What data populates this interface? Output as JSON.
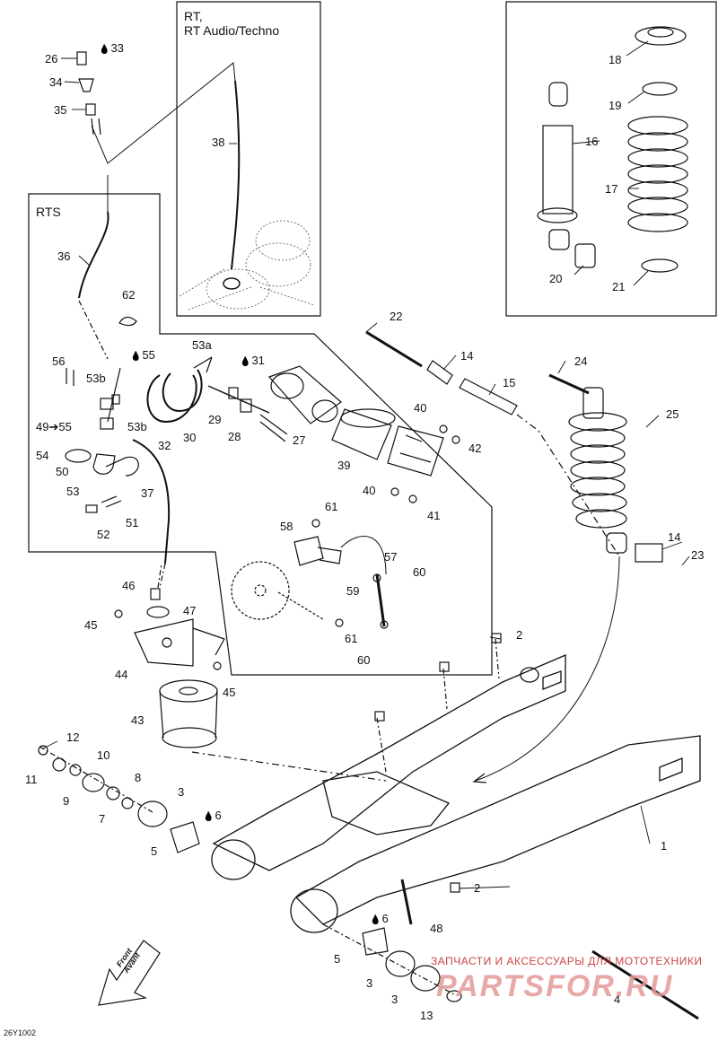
{
  "boxes": {
    "rt": {
      "title_line1": "RT,",
      "title_line2": "RT Audio/Techno"
    },
    "rts": {
      "title": "RTS"
    }
  },
  "callouts": [
    {
      "id": "c26",
      "label": "26"
    },
    {
      "id": "c33",
      "label": "33",
      "icon": "drop-icon"
    },
    {
      "id": "c34",
      "label": "34"
    },
    {
      "id": "c35",
      "label": "35"
    },
    {
      "id": "c38",
      "label": "38"
    },
    {
      "id": "c36",
      "label": "36"
    },
    {
      "id": "c62",
      "label": "62"
    },
    {
      "id": "c18",
      "label": "18"
    },
    {
      "id": "c19",
      "label": "19"
    },
    {
      "id": "c16",
      "label": "16"
    },
    {
      "id": "c17",
      "label": "17"
    },
    {
      "id": "c20",
      "label": "20"
    },
    {
      "id": "c21",
      "label": "21"
    },
    {
      "id": "c22",
      "label": "22"
    },
    {
      "id": "c14a",
      "label": "14"
    },
    {
      "id": "c15",
      "label": "15"
    },
    {
      "id": "c24",
      "label": "24"
    },
    {
      "id": "c25",
      "label": "25"
    },
    {
      "id": "c56",
      "label": "56"
    },
    {
      "id": "c55a",
      "label": "55",
      "icon": "drop-icon"
    },
    {
      "id": "c53a",
      "label": "53a"
    },
    {
      "id": "c31",
      "label": "31",
      "icon": "drop-icon"
    },
    {
      "id": "c53b1",
      "label": "53b"
    },
    {
      "id": "c49",
      "label": "49➔55"
    },
    {
      "id": "c53b2",
      "label": "53b"
    },
    {
      "id": "c29",
      "label": "29"
    },
    {
      "id": "c30",
      "label": "30"
    },
    {
      "id": "c32",
      "label": "32"
    },
    {
      "id": "c28",
      "label": "28"
    },
    {
      "id": "c27",
      "label": "27"
    },
    {
      "id": "c40a",
      "label": "40"
    },
    {
      "id": "c42",
      "label": "42"
    },
    {
      "id": "c39",
      "label": "39"
    },
    {
      "id": "c40b",
      "label": "40"
    },
    {
      "id": "c41",
      "label": "41"
    },
    {
      "id": "c54",
      "label": "54"
    },
    {
      "id": "c50",
      "label": "50"
    },
    {
      "id": "c53",
      "label": "53"
    },
    {
      "id": "c37",
      "label": "37"
    },
    {
      "id": "c51",
      "label": "51"
    },
    {
      "id": "c52",
      "label": "52"
    },
    {
      "id": "c61a",
      "label": "61"
    },
    {
      "id": "c58",
      "label": "58"
    },
    {
      "id": "c57",
      "label": "57"
    },
    {
      "id": "c60a",
      "label": "60"
    },
    {
      "id": "c59",
      "label": "59"
    },
    {
      "id": "c61b",
      "label": "61"
    },
    {
      "id": "c60b",
      "label": "60"
    },
    {
      "id": "c14b",
      "label": "14"
    },
    {
      "id": "c23",
      "label": "23"
    },
    {
      "id": "c46",
      "label": "46"
    },
    {
      "id": "c47",
      "label": "47"
    },
    {
      "id": "c45a",
      "label": "45"
    },
    {
      "id": "c44",
      "label": "44"
    },
    {
      "id": "c45b",
      "label": "45"
    },
    {
      "id": "c43",
      "label": "43"
    },
    {
      "id": "c2a",
      "label": "2"
    },
    {
      "id": "c12",
      "label": "12"
    },
    {
      "id": "c10",
      "label": "10"
    },
    {
      "id": "c11",
      "label": "11"
    },
    {
      "id": "c8",
      "label": "8"
    },
    {
      "id": "c9",
      "label": "9"
    },
    {
      "id": "c3a",
      "label": "3"
    },
    {
      "id": "c7",
      "label": "7"
    },
    {
      "id": "c6a",
      "label": "6",
      "icon": "drop-icon"
    },
    {
      "id": "c5a",
      "label": "5"
    },
    {
      "id": "c1",
      "label": "1"
    },
    {
      "id": "c2b",
      "label": "2"
    },
    {
      "id": "c6b",
      "label": "6",
      "icon": "drop-icon"
    },
    {
      "id": "c48",
      "label": "48"
    },
    {
      "id": "c5b",
      "label": "5"
    },
    {
      "id": "c3b",
      "label": "3"
    },
    {
      "id": "c3c",
      "label": "3"
    },
    {
      "id": "c4",
      "label": "4"
    },
    {
      "id": "c13",
      "label": "13"
    }
  ],
  "front_badge": {
    "line1": "Front",
    "line2": "Avant"
  },
  "footer_code": "26Y1002",
  "watermark": {
    "top": "ЗАПЧАСТИ И АКСЕССУАРЫ ДЛЯ МОТОТЕХНИКИ",
    "main": "PARTSFOR.RU"
  }
}
